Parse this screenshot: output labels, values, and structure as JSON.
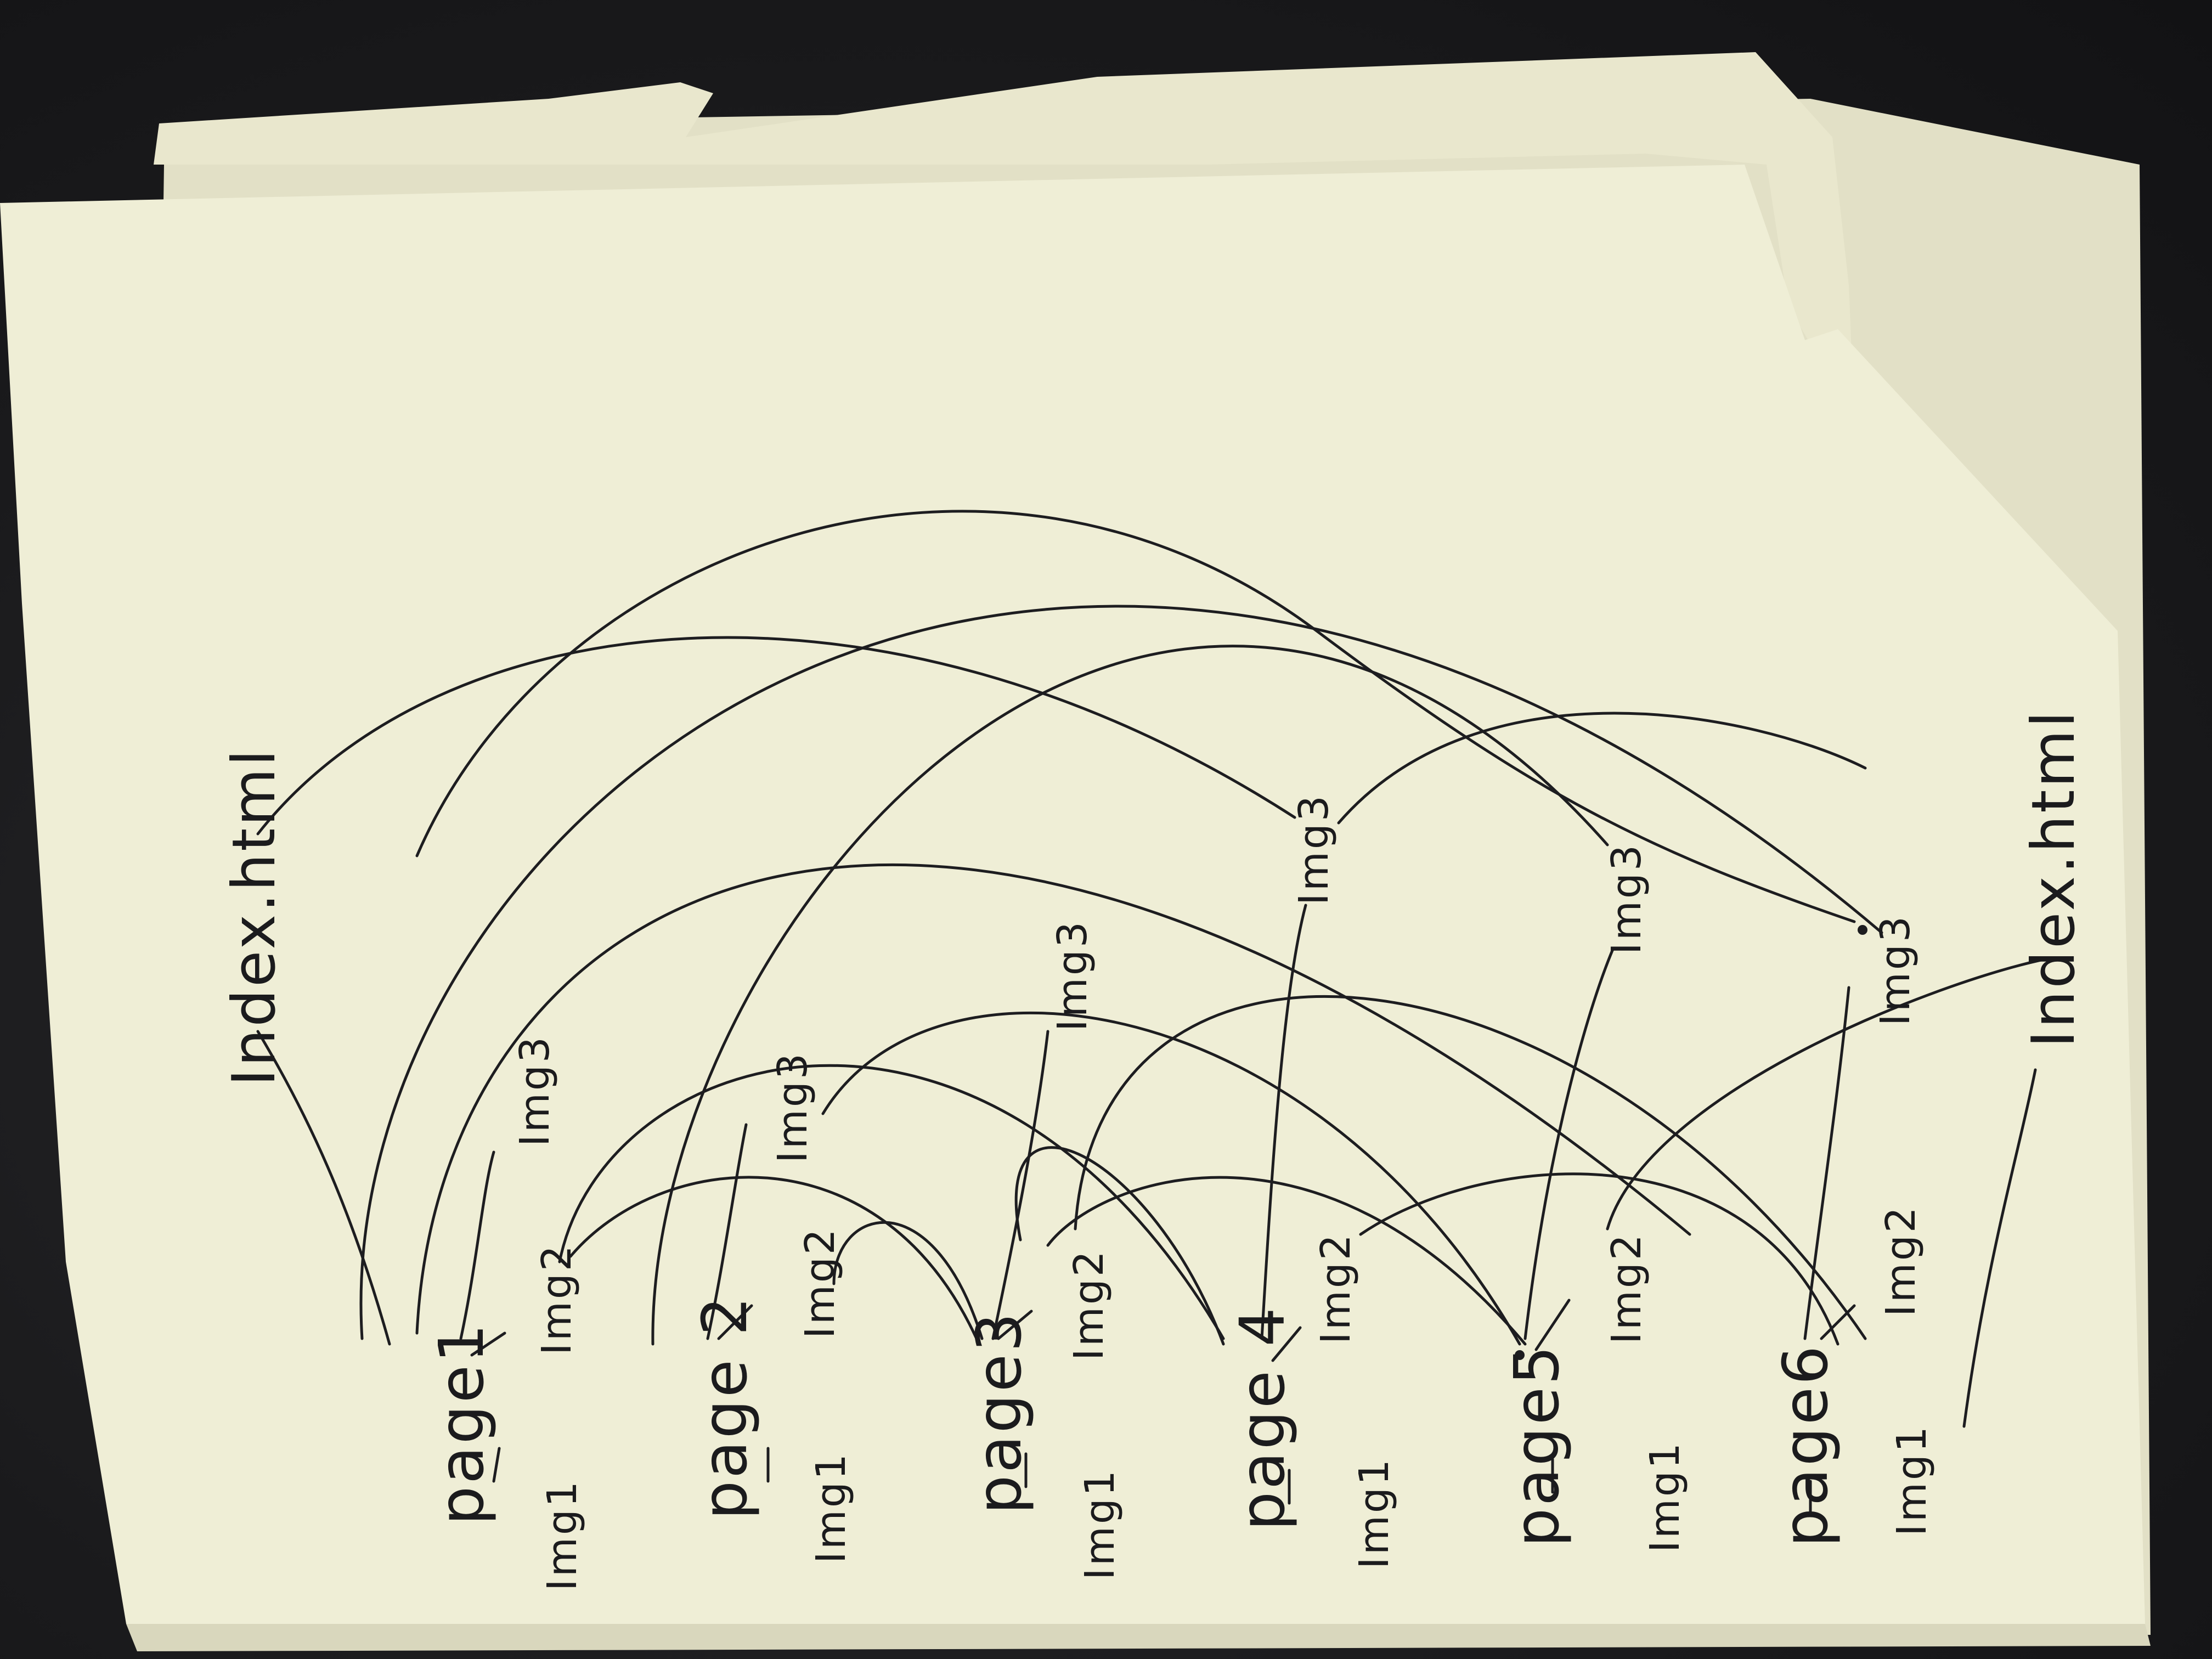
{
  "diagram": {
    "index_top": "Index.html",
    "index_bottom": "Index.html",
    "pages": [
      {
        "label": "page1",
        "img1": "Img1",
        "img2": "Img2",
        "img3": "Img3"
      },
      {
        "label": "page 2",
        "img1": "Img1",
        "img2": "Img2",
        "img3": "Img3"
      },
      {
        "label": "page3",
        "img1": "Img1",
        "img2": "Img2",
        "img3": "Img3"
      },
      {
        "label": "page 4",
        "img1": "Img1",
        "img2": "Img2",
        "img3": "Img3"
      },
      {
        "label": "page5",
        "img1": "Img1",
        "img2": "Img2",
        "img3": "Img3"
      },
      {
        "label": "page6",
        "img1": "Img1",
        "img2": "Img2",
        "img3": "Img3"
      }
    ]
  },
  "colors": {
    "paper": "#efeed6",
    "ink": "#1d1d20",
    "background": "#1f1f21"
  }
}
